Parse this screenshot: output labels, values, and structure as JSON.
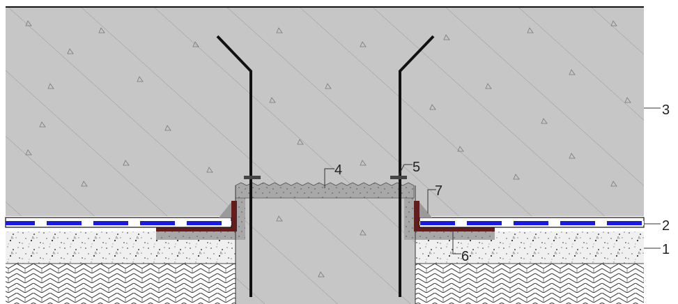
{
  "callouts": {
    "c1": "1",
    "c2": "2",
    "c3": "3",
    "c4": "4",
    "c5": "5",
    "c6": "6",
    "c7": "7"
  },
  "colors": {
    "concrete": "#c6c6c6",
    "membrane_band": "#1a1ae6",
    "membrane_edge": "#111111",
    "sealant": "#6b1a1a",
    "mortar": "#9a9a9a",
    "base_fill": "#e8e8e8",
    "line": "#111111"
  }
}
